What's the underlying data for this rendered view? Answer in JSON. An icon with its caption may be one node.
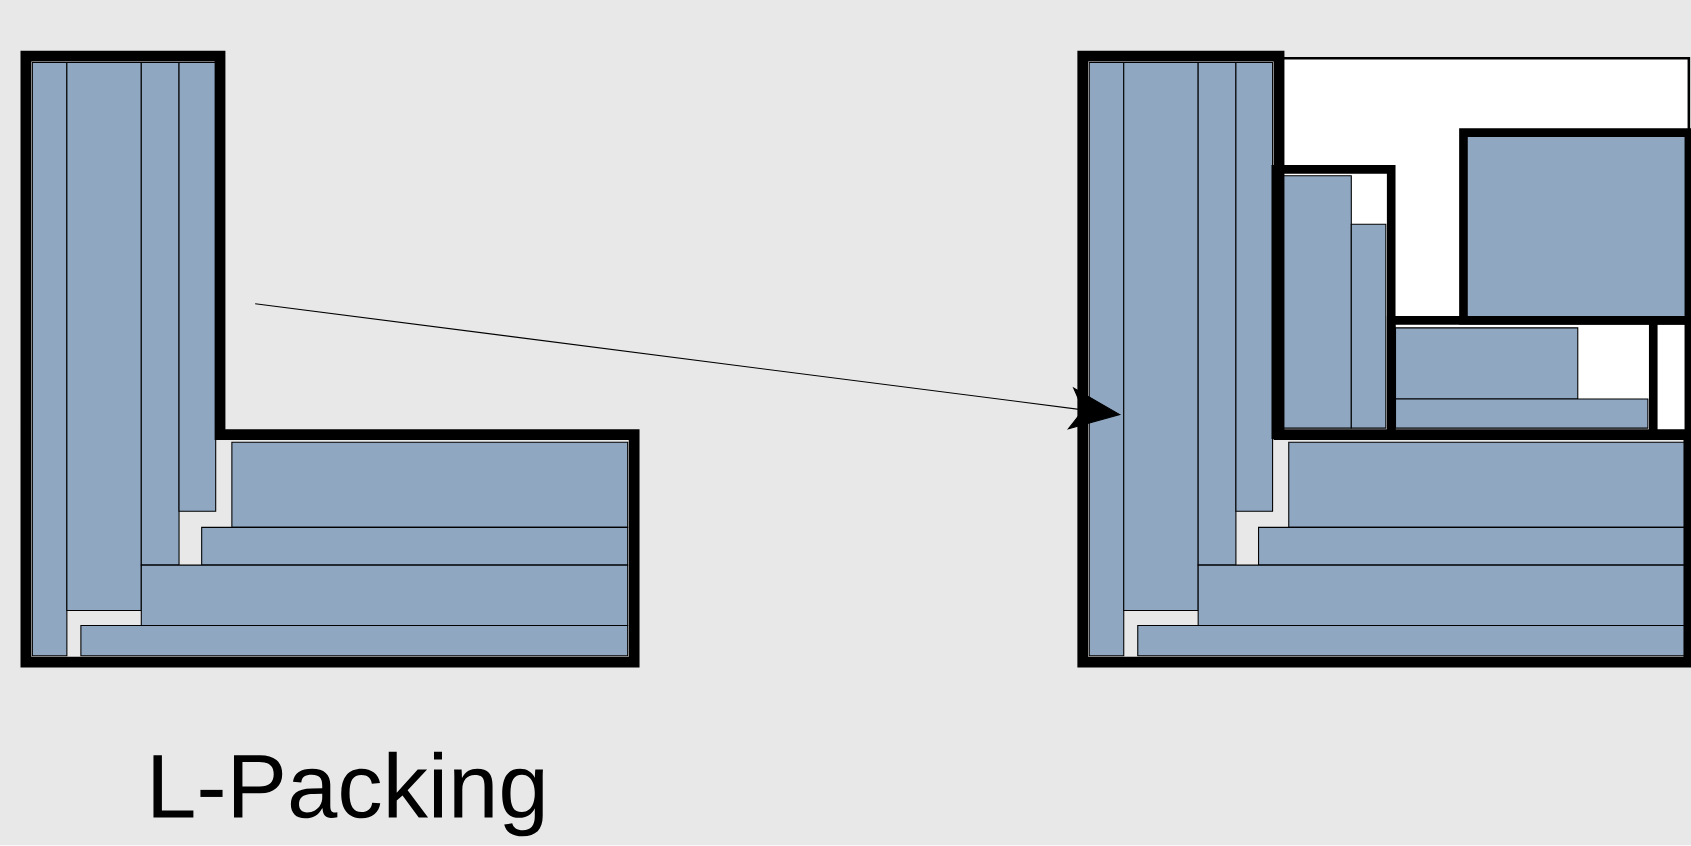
{
  "diagram": {
    "nodes": [
      {
        "text": [],
        "shape": "picture"
      },
      {
        "text": [],
        "shape": "picture"
      }
    ],
    "edges": [
      {
        "from": 0,
        "to": 1,
        "arrow": "to"
      }
    ],
    "labels": [
      "L-Packing"
    ]
  }
}
